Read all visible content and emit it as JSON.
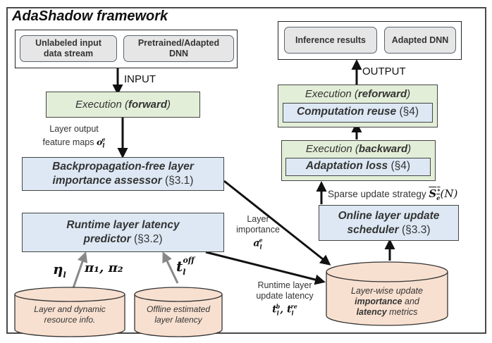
{
  "title": "AdaShadow framework",
  "inputs": {
    "items": [
      "Unlabeled input data stream",
      "Pretrained/Adapted DNN"
    ],
    "label": "INPUT"
  },
  "outputs": {
    "items": [
      "Inference results",
      "Adapted DNN"
    ],
    "label": "OUTPUT"
  },
  "execution_forward": {
    "prefix": "Execution (",
    "mode": "forward",
    "suffix": ")"
  },
  "feature_maps_label": {
    "line1": "Layer output",
    "line2": "feature maps",
    "symbol": "o",
    "sup": "e",
    "sub": "l"
  },
  "assessor": {
    "name_line1": "Backpropagation-free layer",
    "name_line2": "importance assessor",
    "section": "(§3.1)"
  },
  "predictor": {
    "name_line1": "Runtime layer latency",
    "name_line2": "predictor",
    "section": "(§3.2)"
  },
  "predictor_inputs": {
    "eta": "η",
    "eta_sub": "l",
    "pi": "π₁, π₂",
    "t_off": "t",
    "t_off_sub": "l",
    "t_off_sup": "off"
  },
  "databases": [
    {
      "line1": "Layer and dynamic",
      "line2": "resource info."
    },
    {
      "line1": "Offline estimated",
      "line2": "layer latency"
    }
  ],
  "metrics_db": {
    "line1": "Layer-wise update",
    "line2_bold": "importance",
    "line2_rest": " and",
    "line3_bold": "latency",
    "line3_rest": " metrics"
  },
  "importance_label": {
    "line1": "Layer",
    "line2": "importance",
    "symbol": "a",
    "sup": "e",
    "sub": "l"
  },
  "latency_label": {
    "line1": "Runtime layer",
    "line2": "update latency",
    "symbols": "t",
    "sup1": "b",
    "sup2": "re",
    "sub": "l"
  },
  "scheduler": {
    "name_line1": "Online layer update",
    "name_line2": "scheduler",
    "section": "(§3.3)"
  },
  "strategy_label": {
    "text": "Sparse update strategy",
    "symbol": "S",
    "sup": "*",
    "sub": "e",
    "arg": "(N)"
  },
  "execution_backward": {
    "prefix": "Execution (",
    "mode": "backward",
    "suffix": ")",
    "inner_name": "Adaptation loss",
    "inner_section": "(§4)"
  },
  "execution_reforward": {
    "prefix": "Execution (",
    "mode": "reforward",
    "suffix": ")",
    "inner_name": "Computation reuse",
    "inner_section": "(§4)"
  },
  "colors": {
    "execution_fill": "#e3eed8",
    "module_fill": "#dde8f4",
    "database_fill": "#f8e0d0",
    "pill_fill": "#e6e6e6",
    "arrow": "#111111",
    "gray_arrow": "#8a8a8a"
  }
}
